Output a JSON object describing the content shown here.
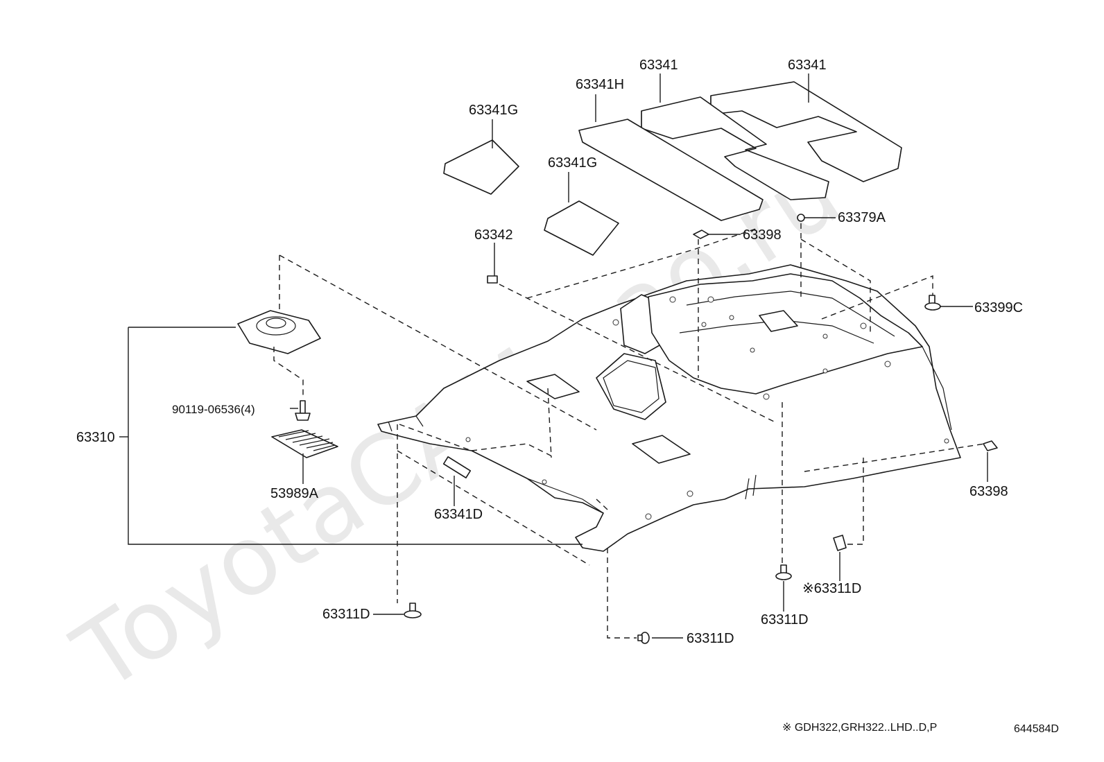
{
  "watermark": "ToyotaCAMmao.ru",
  "labels": {
    "p63341_left": "63341",
    "p63341_right": "63341",
    "p63341H": "63341H",
    "p63341G_top": "63341G",
    "p63341G_mid": "63341G",
    "p63342": "63342",
    "p63398_top": "63398",
    "p63379A": "63379A",
    "p63399C": "63399C",
    "p63310": "63310",
    "p90119": "90119-06536(4)",
    "p53989A": "53989A",
    "p63341D": "63341D",
    "p63398_right": "63398",
    "p63311D_mark": "※63311D",
    "p63311D_center": "63311D",
    "p63311D_bottom": "63311D",
    "p63311D_left": "63311D"
  },
  "footer": {
    "applicability_note": "※ GDH322,GRH322..LHD..D,P",
    "illustration_code": "644584D"
  }
}
